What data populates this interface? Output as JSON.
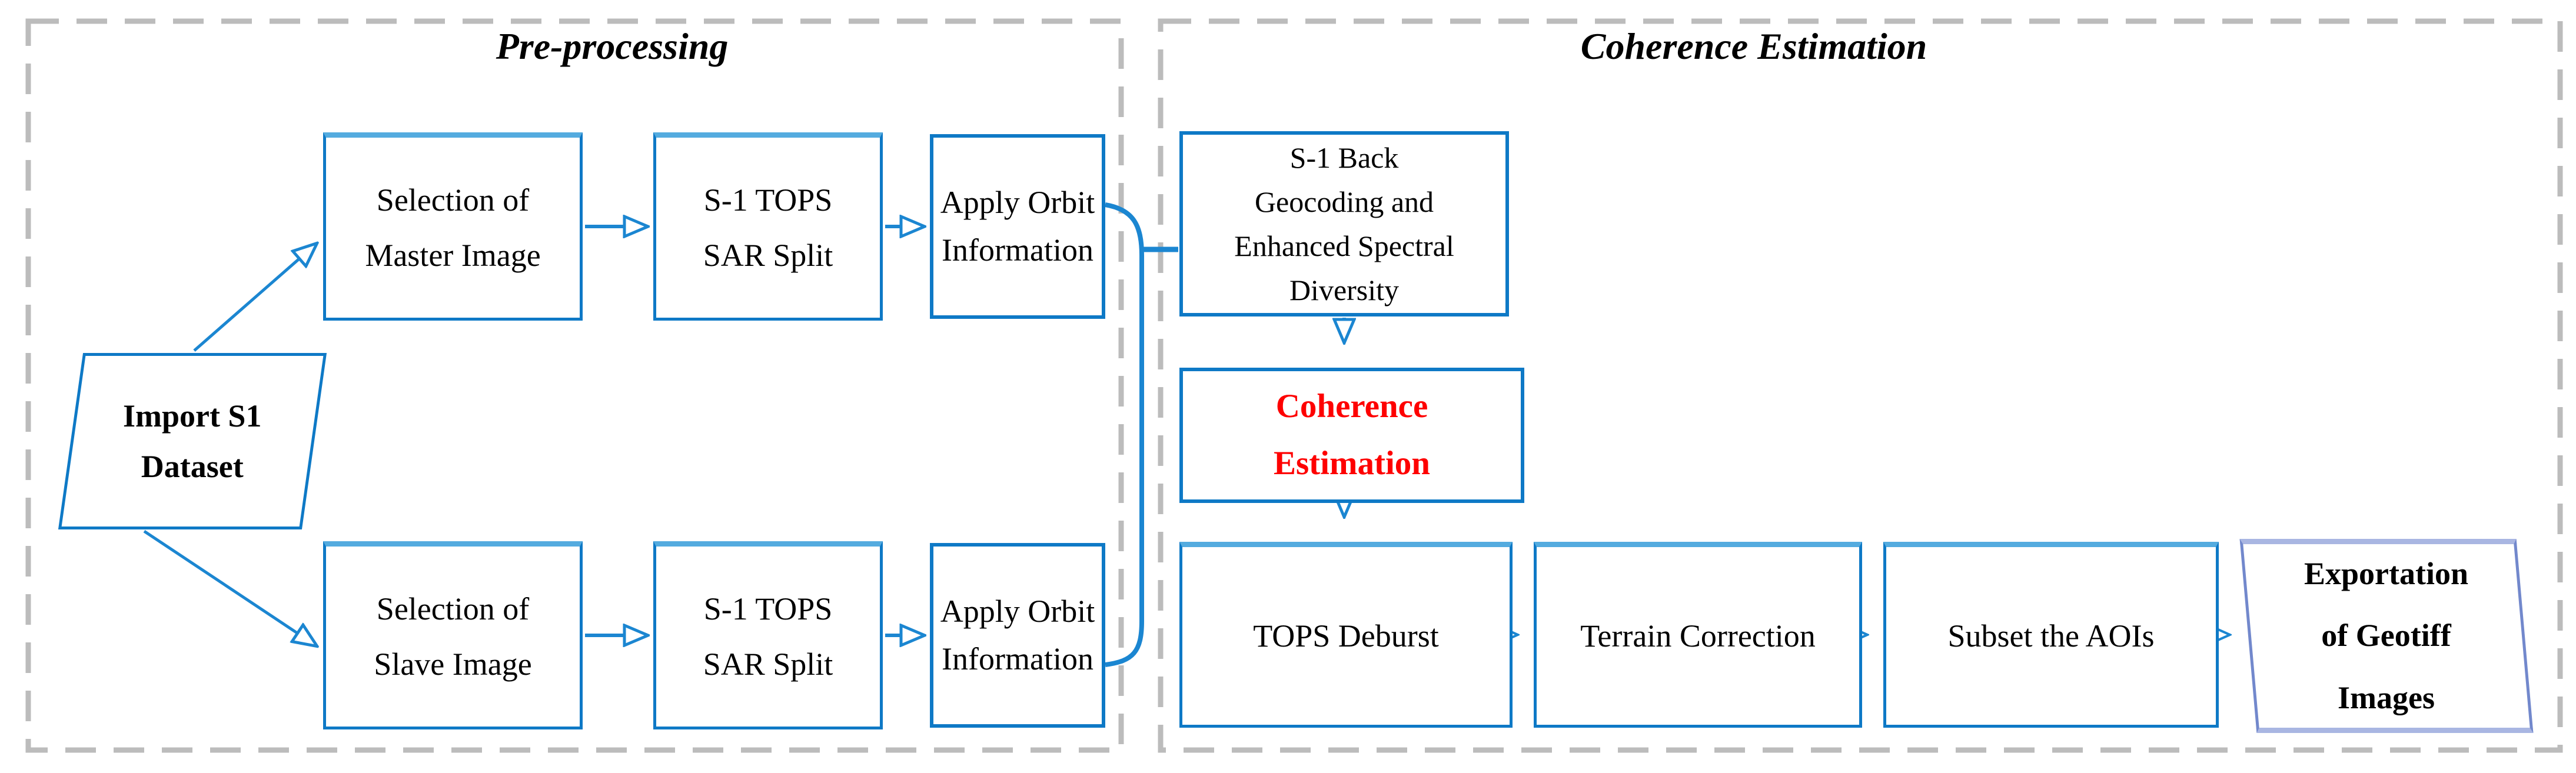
{
  "diagram": {
    "sections": {
      "preprocessing": {
        "title": "Pre-processing"
      },
      "coherence": {
        "title": "Coherence Estimation"
      }
    },
    "nodes": {
      "import_s1": {
        "shape": "parallelogram",
        "line1": "Import S1",
        "line2": "Dataset"
      },
      "selection_master": {
        "shape": "process",
        "line1": "Selection of",
        "line2": "Master Image"
      },
      "tops_split_master": {
        "shape": "process",
        "line1": "S-1 TOPS",
        "line2": "SAR Split"
      },
      "apply_orbit_master": {
        "shape": "process",
        "line1": "Apply Orbit",
        "line2": "Information"
      },
      "selection_slave": {
        "shape": "process",
        "line1": "Selection of",
        "line2": "Slave Image"
      },
      "tops_split_slave": {
        "shape": "process",
        "line1": "S-1 TOPS",
        "line2": "SAR Split"
      },
      "apply_orbit_slave": {
        "shape": "process",
        "line1": "Apply Orbit",
        "line2": "Information"
      },
      "back_geocoding": {
        "shape": "process",
        "line1": "S-1 Back",
        "line2": "Geocoding and",
        "line3": "Enhanced Spectral",
        "line4": "Diversity"
      },
      "coherence_estimation": {
        "shape": "process",
        "emphasis": "red",
        "line1": "Coherence",
        "line2": "Estimation"
      },
      "tops_deburst": {
        "shape": "process",
        "line1": "TOPS Deburst"
      },
      "terrain_correction": {
        "shape": "process",
        "line1": "Terrain Correction"
      },
      "subset_aois": {
        "shape": "process",
        "line1": "Subset the AOIs"
      },
      "exportation": {
        "shape": "parallelogram",
        "line1": "Exportation",
        "line2": "of Geotiff",
        "line3": "Images"
      }
    },
    "colors": {
      "box-border": "#0e79c6",
      "box-border-top": "#54abdf",
      "arrow": "#1b86d1",
      "dashed-border": "#bcbcbc",
      "highlight-text": "#fe0000",
      "export-border": "#7288cc",
      "export-border-top": "#a9b6e2",
      "text": "#000000",
      "background": "#ffffff"
    }
  }
}
